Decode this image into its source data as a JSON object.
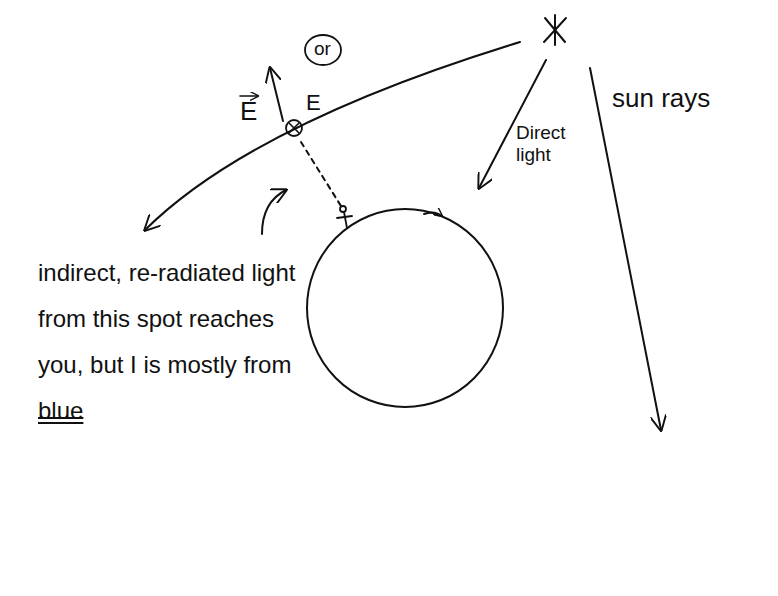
{
  "diagram": {
    "labels": [
      "E",
      "or",
      "E",
      "Direct light",
      "sun rays",
      "indirect, re-radiated light from this spot reaches you, but I is mostly from blue"
    ]
  }
}
